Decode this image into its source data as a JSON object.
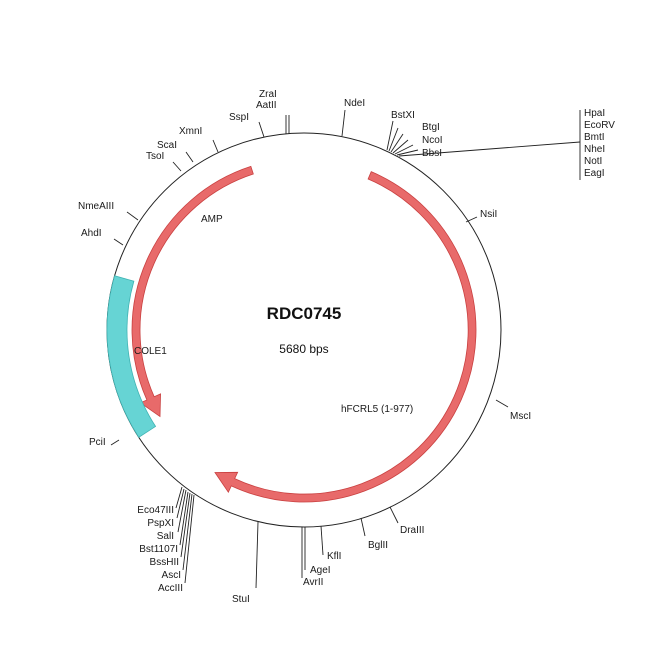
{
  "plasmid": {
    "name": "RDC0745",
    "size_label": "5680 bps"
  },
  "features": [
    {
      "id": "amp",
      "label": "AMP",
      "color": "#e86a6a"
    },
    {
      "id": "cole1",
      "label": "COLE1",
      "color": "#66d4d4"
    },
    {
      "id": "hfcrl5",
      "label": "hFCRL5 (1-977)",
      "color": "#e86a6a"
    }
  ],
  "sites": [
    "ZraI",
    "AatII",
    "SspI",
    "XmnI",
    "ScaI",
    "TsoI",
    "NmeAIII",
    "AhdI",
    "PciI",
    "NdeI",
    "BstXI",
    "BtgI",
    "NcoI",
    "BbsI",
    "NsiI",
    "MscI",
    "DraIII",
    "BglII",
    "KflI",
    "AgeI",
    "AvrII",
    "StuI",
    "Eco47III",
    "PspXI",
    "SalI",
    "Bst1107I",
    "BssHII",
    "AscI",
    "AccIII"
  ],
  "site_group": [
    "HpaI",
    "EcoRV",
    "BmtI",
    "NheI",
    "NotI",
    "EagI"
  ],
  "colors": {
    "backbone": "#222222",
    "feature_stroke": "#c94040",
    "cole1_stroke": "#3fb3b3"
  }
}
